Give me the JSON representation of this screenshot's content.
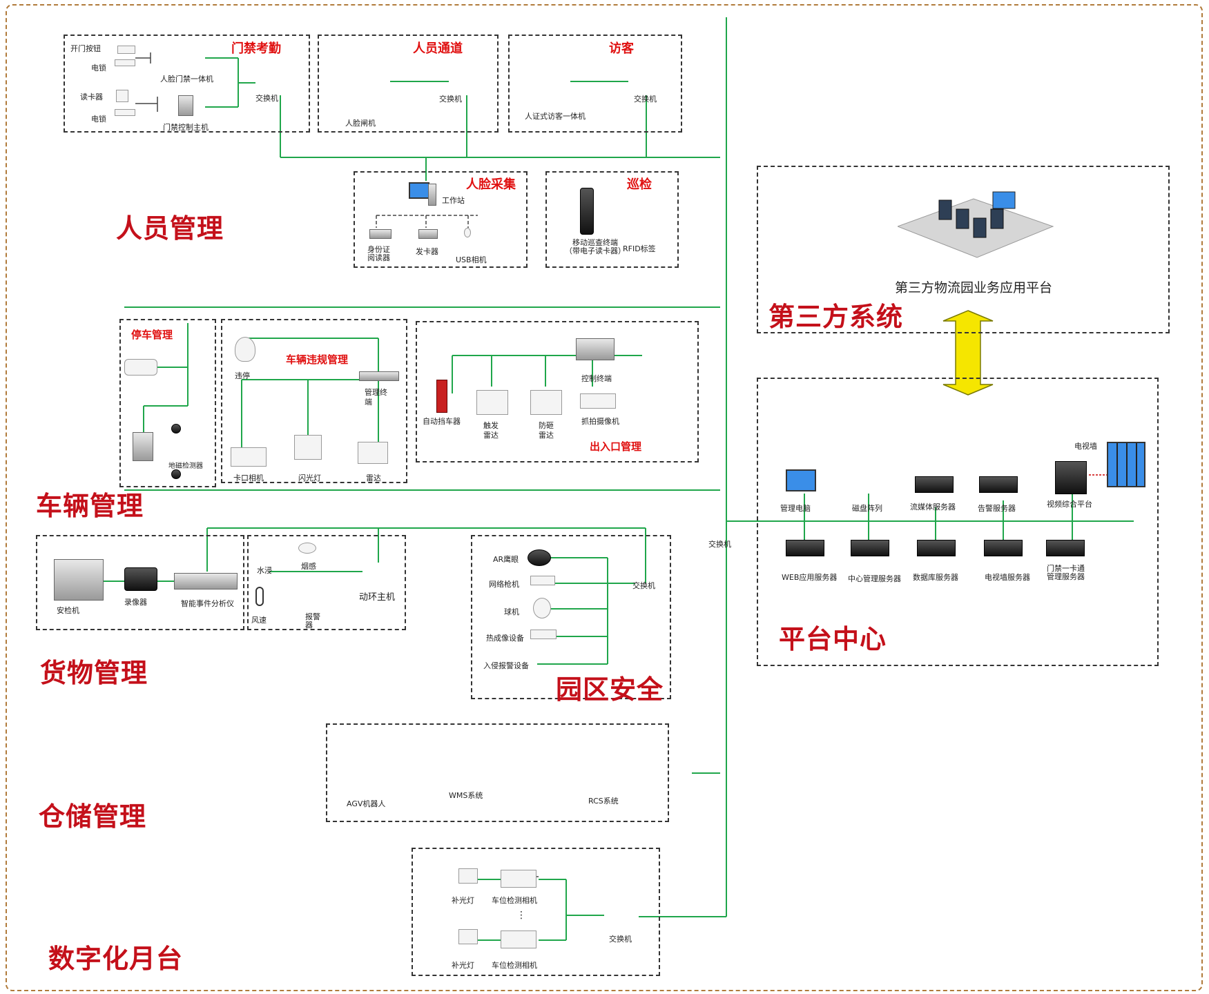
{
  "sections": {
    "personnel": "人员管理",
    "vehicle": "车辆管理",
    "cargo": "货物管理",
    "warehouse": "仓储管理",
    "dock": "数字化月台",
    "park_security": "园区安全",
    "third_party": "第三方系统",
    "platform": "平台中心"
  },
  "subsystems": {
    "access_attendance": "门禁考勤",
    "personnel_passage": "人员通道",
    "visitor": "访客",
    "face_capture": "人脸采集",
    "patrol": "巡检",
    "parking": "停车管理",
    "violation": "车辆违规管理",
    "entrance_exit": "出入口管理"
  },
  "access_box": {
    "door_button": "开门按钮",
    "lock1": "电锁",
    "face_terminal": "人脸门禁一体机",
    "card_reader": "读卡器",
    "lock2": "电锁",
    "controller": "门禁控制主机",
    "switch": "交换机"
  },
  "passage_box": {
    "switch": "交换机",
    "gate": "人脸闸机"
  },
  "visitor_box": {
    "switch": "交换机",
    "terminal": "人证式访客一体机"
  },
  "face_box": {
    "workstation": "工作站",
    "id_reader": "身份证\n阅读器",
    "card_issuer": "发卡器",
    "usb_camera": "USB相机"
  },
  "patrol_box": {
    "handheld": "移动巡查终端\n（带电子读卡器）",
    "rfid": "RFID标签"
  },
  "parking_box": {
    "detector": "地磁检测器"
  },
  "violation_box": {
    "ball_cam": "违停",
    "mgmt": "管理终\n端",
    "checkpoint": "卡口相机",
    "flash": "闪光灯",
    "radar": "雷达"
  },
  "entrance_box": {
    "control_terminal": "控制终端",
    "barrier": "自动挡车器",
    "trigger_radar": "触发\n雷达",
    "anti_smash_radar": "防砸\n雷达",
    "capture_cam": "抓拍摄像机"
  },
  "cargo_box": {
    "xray": "安检机",
    "recorder": "录像器",
    "analyzer": "智能事件分析仪"
  },
  "env_box": {
    "smoke": "烟感",
    "water": "水浸",
    "wind": "风速",
    "alarm": "报警\n器",
    "host": "动环主机"
  },
  "security_box": {
    "ar": "AR鹰眼",
    "network_cam": "网络枪机",
    "dome": "球机",
    "thermal": "热成像设备",
    "intrusion": "入侵报警设备",
    "switch": "交换机"
  },
  "warehouse_box": {
    "agv": "AGV机器人",
    "wms": "WMS系统",
    "rcs": "RCS系统"
  },
  "dock_box": {
    "fill_light1": "补光灯",
    "detector1": "车位检测相机",
    "fill_light2": "补光灯",
    "detector2": "车位检测相机",
    "switch": "交换机"
  },
  "third_party_box": {
    "title": "第三方物流园业务应用平台"
  },
  "platform_box": {
    "video_wall": "电视墙",
    "mgmt_pc": "管理电脑",
    "disk_array": "磁盘阵列",
    "streaming": "流媒体服务器",
    "alarm_server": "告警服务器",
    "video_platform": "视频综合平台",
    "web_server": "WEB应用服务器",
    "central_server": "中心管理服务器",
    "db_server": "数据库服务器",
    "tvwall_server": "电视墙服务器",
    "card_server": "门禁一卡通\n管理服务器"
  },
  "core_switch": "交换机",
  "colors": {
    "accent": "#e01010",
    "section": "#c4101a",
    "line": "#1fa64a",
    "arrow": "#f5e600",
    "border": "#b07a3a"
  }
}
